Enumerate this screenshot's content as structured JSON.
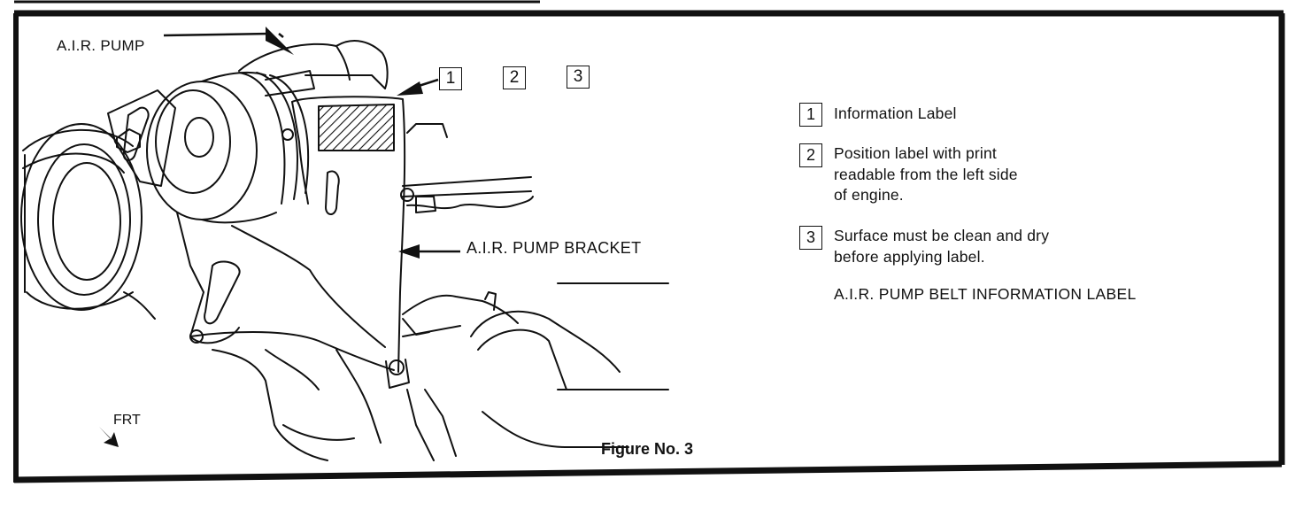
{
  "labels": {
    "air_pump": "A.I.R. PUMP",
    "air_pump_bracket": "A.I.R. PUMP BRACKET",
    "frt": "FRT",
    "figure_caption": "Figure No. 3"
  },
  "callouts": [
    "1",
    "2",
    "3"
  ],
  "legend": {
    "items": [
      {
        "num": "1",
        "text": "Information Label"
      },
      {
        "num": "2",
        "text": "Position label with print\nreadable from the left side\nof engine."
      },
      {
        "num": "3",
        "text": "Surface must be clean and dry\nbefore applying label."
      }
    ],
    "heading": "A.I.R. PUMP BELT INFORMATION LABEL"
  },
  "colors": {
    "ink": "#111111",
    "paper": "#ffffff"
  }
}
